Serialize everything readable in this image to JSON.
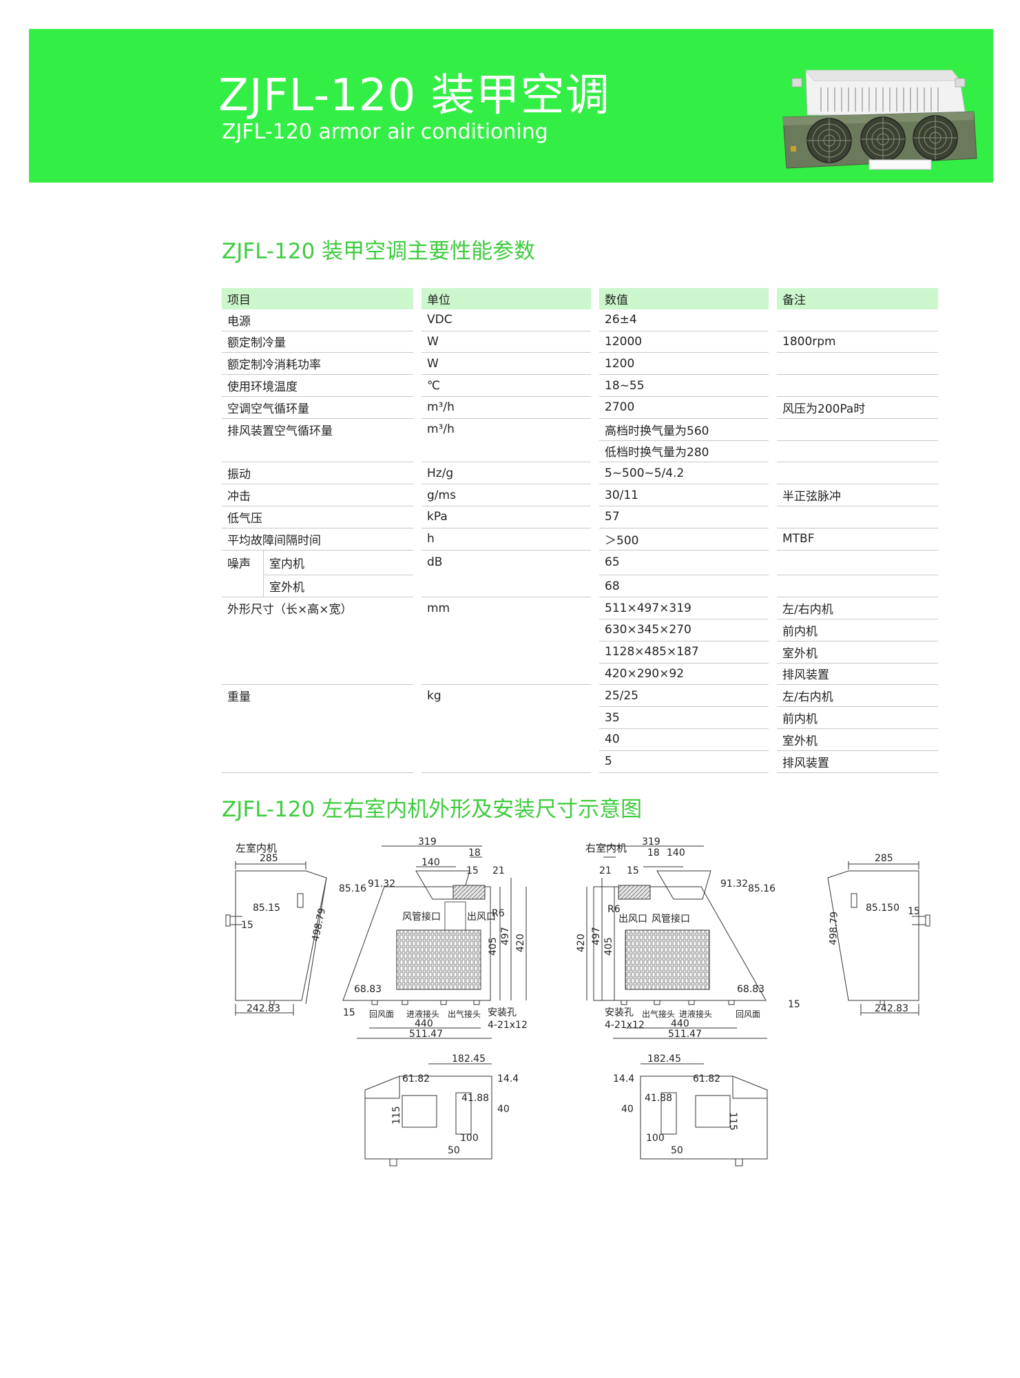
{
  "banner": {
    "title": "ZJFL-120 装甲空调",
    "subtitle": "ZJFL-120 armor air conditioning"
  },
  "colors": {
    "accent_green": "#33ee44",
    "title_green": "#3dcc3d",
    "header_row": "#ccf7cc"
  },
  "section1_title": "ZJFL-120 装甲空调主要性能参数",
  "table": {
    "headers": [
      "项目",
      "单位",
      "数值",
      "备注"
    ],
    "power": {
      "item": "电源",
      "unit": "VDC",
      "value": "26±4",
      "note": ""
    },
    "cooling": {
      "item": "额定制冷量",
      "unit": "W",
      "value": "12000",
      "note": "1800rpm"
    },
    "consumption": {
      "item": "额定制冷消耗功率",
      "unit": "W",
      "value": "1200",
      "note": ""
    },
    "temperature": {
      "item": "使用环境温度",
      "unit": "℃",
      "value": "18~55",
      "note": ""
    },
    "circulation": {
      "item": "空调空气循环量",
      "unit": "m³/h",
      "value": "2700",
      "note": "风压为200Pa时"
    },
    "exhaust": {
      "item": "排风装置空气循环量",
      "unit": "m³/h",
      "value1": "高档时换气量为560",
      "value2": "低档时换气量为280"
    },
    "vibration": {
      "item": "振动",
      "unit": "Hz/g",
      "value": "5~500~5/4.2",
      "note": ""
    },
    "shock": {
      "item": "冲击",
      "unit": "g/ms",
      "value": "30/11",
      "note": "半正弦脉冲"
    },
    "low_pressure": {
      "item": "低气压",
      "unit": "kPa",
      "value": "57",
      "note": ""
    },
    "mtbf": {
      "item": "平均故障间隔时间",
      "unit": "h",
      "value": "＞500",
      "note": "MTBF"
    },
    "noise": {
      "item": "噪声",
      "sub1": "室内机",
      "sub2": "室外机",
      "unit": "dB",
      "value1": "65",
      "value2": "68"
    },
    "dimensions": {
      "item": "外形尺寸（长×高×宽）",
      "unit": "mm",
      "values": [
        "511×497×319",
        "630×345×270",
        "1128×485×187",
        "420×290×92"
      ],
      "notes": [
        "左/右内机",
        "前内机",
        "室外机",
        "排风装置"
      ]
    },
    "weight": {
      "item": "重量",
      "unit": "kg",
      "values": [
        "25/25",
        "35",
        "40",
        "5"
      ],
      "notes": [
        "左/右内机",
        "前内机",
        "室外机",
        "排风装置"
      ]
    }
  },
  "section2_title": "ZJFL-120 左右室内机外形及安装尺寸示意图",
  "drawing": {
    "left_unit": "左室内机",
    "right_unit": "右室内机",
    "labels": {
      "air_pipe": "风管接口",
      "air_out": "出风口",
      "return_air": "回风面",
      "liquid_in": "进液接头",
      "gas_out": "出气接头",
      "mount_holes": "安装孔",
      "mount_spec": "4-21x12"
    },
    "dims": {
      "d285": "285",
      "d15": "15",
      "d85_15": "85.15",
      "d85_150": "85.150",
      "d498_79": "498.79",
      "d242_83": "242.83",
      "d319": "319",
      "d18": "18",
      "d140": "140",
      "d21": "21",
      "d85_16": "85.16",
      "d91_32": "91.32",
      "dR6": "R6",
      "d405": "405",
      "d497": "497",
      "d420": "420",
      "d68_83": "68.83",
      "d440": "440",
      "d511_47": "511.47",
      "d182_45": "182.45",
      "d61_82": "61.82",
      "d14_4": "14.4",
      "d41_88": "41.88",
      "d40": "40",
      "d115": "115",
      "d100": "100",
      "d50": "50"
    }
  }
}
